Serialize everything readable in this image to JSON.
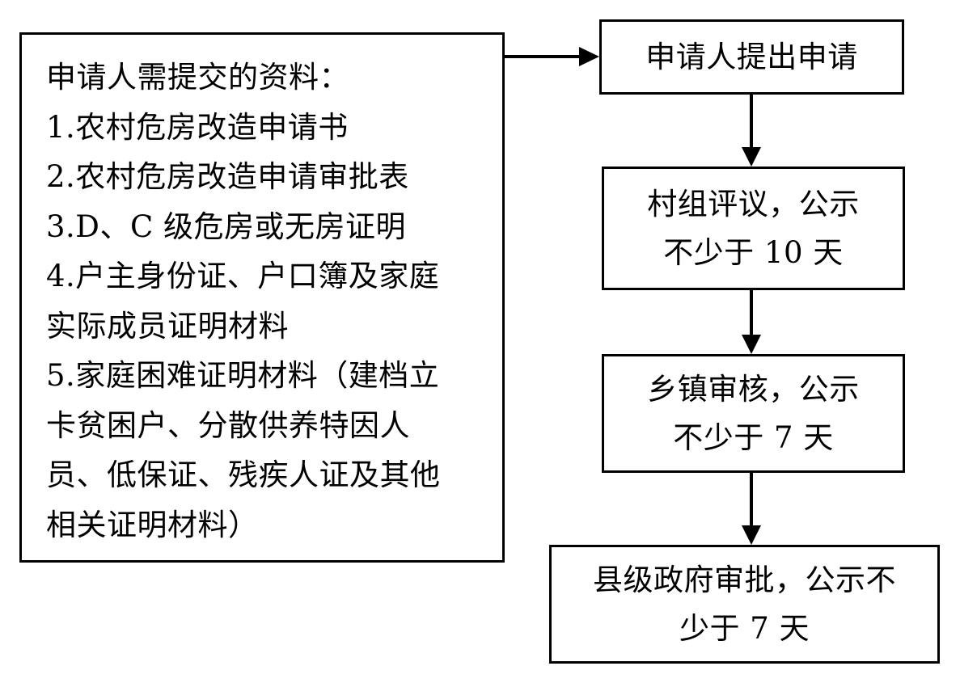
{
  "materials": {
    "lines": [
      "申请人需提交的资料：",
      "1.农村危房改造申请书",
      "2.农村危房改造申请审批表",
      "3.D、C 级危房或无房证明",
      "4.户主身份证、户口簿及家庭",
      "实际成员证明材料",
      "5.家庭困难证明材料（建档立",
      "卡贫困户、分散供养特因人",
      "员、低保证、残疾人证及其他",
      "相关证明材料）"
    ]
  },
  "steps": [
    {
      "lines": [
        "申请人提出申请"
      ]
    },
    {
      "lines": [
        "村组评议，公示",
        "不少于 10 天"
      ]
    },
    {
      "lines": [
        "乡镇审核，公示",
        "不少于 7 天"
      ]
    },
    {
      "lines": [
        "县级政府审批，公示不",
        "少于 7 天"
      ]
    }
  ]
}
